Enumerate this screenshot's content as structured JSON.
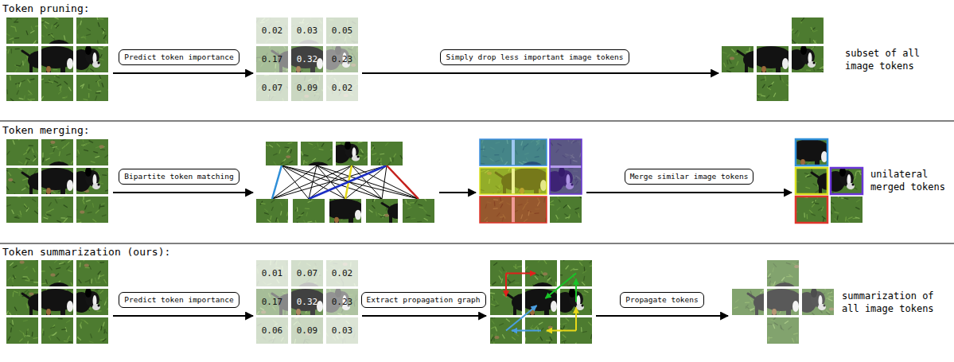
{
  "diagram": {
    "nodes": [
      {
        "text": [
          "Predict token importance"
        ]
      },
      {
        "text": [
          "Simply drop less important image tokens"
        ]
      },
      {
        "text": [
          "Bipartite token matching"
        ]
      },
      {
        "text": [
          "Merge similar image tokens"
        ]
      },
      {
        "text": [
          "Predict token importance"
        ]
      },
      {
        "text": [
          "Extract propagation graph"
        ]
      },
      {
        "text": [
          "Propagate tokens"
        ]
      }
    ],
    "labels": [
      "Token pruning:",
      "0.02",
      "0.03",
      "0.05",
      "0.17",
      "0.32",
      "0.23",
      "0.07",
      "0.09",
      "0.02",
      "subset of all image tokens",
      "Token merging:",
      "unilateral merged tokens",
      "Token summarization (ours):",
      "0.01",
      "0.07",
      "0.02",
      "0.17",
      "0.32",
      "0.23",
      "0.06",
      "0.09",
      "0.03",
      "summarization of all image tokens"
    ]
  }
}
